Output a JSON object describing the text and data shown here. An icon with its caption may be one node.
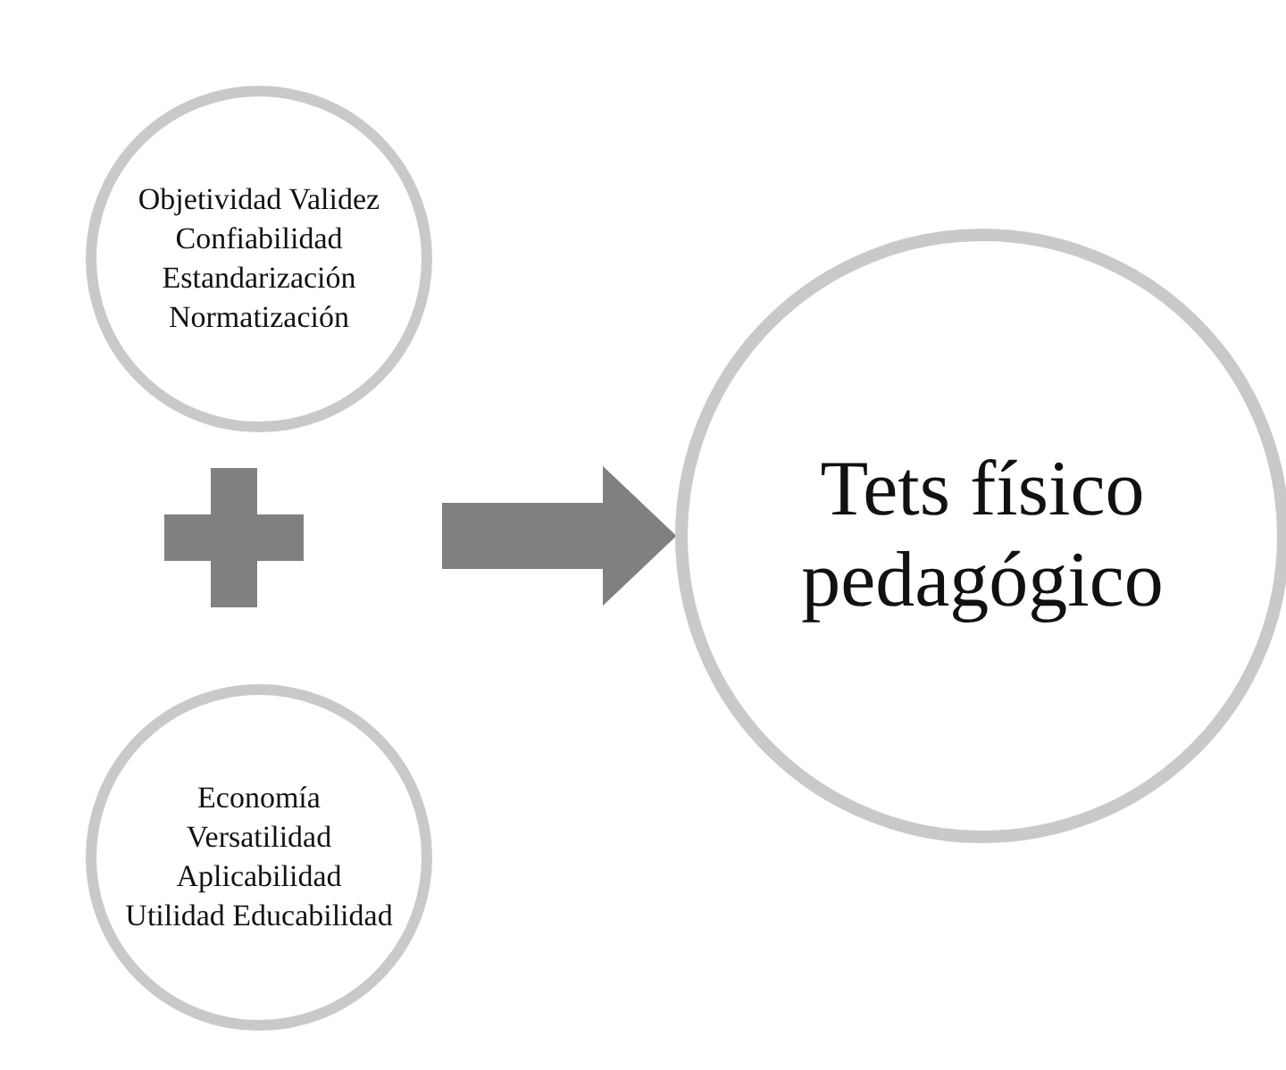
{
  "diagram": {
    "nodes": [
      {
        "text": [
          "Objetividad Validez Confiabilidad Estandarización Normatización"
        ]
      },
      {
        "text": [
          "Economía Versatilidad Aplicabilidad Utilidad Educabilidad"
        ]
      },
      {
        "text": [
          "Tets físico pedagógico"
        ]
      }
    ],
    "edges": [
      {
        "from": null,
        "to": 2,
        "arrow": "to"
      }
    ]
  }
}
